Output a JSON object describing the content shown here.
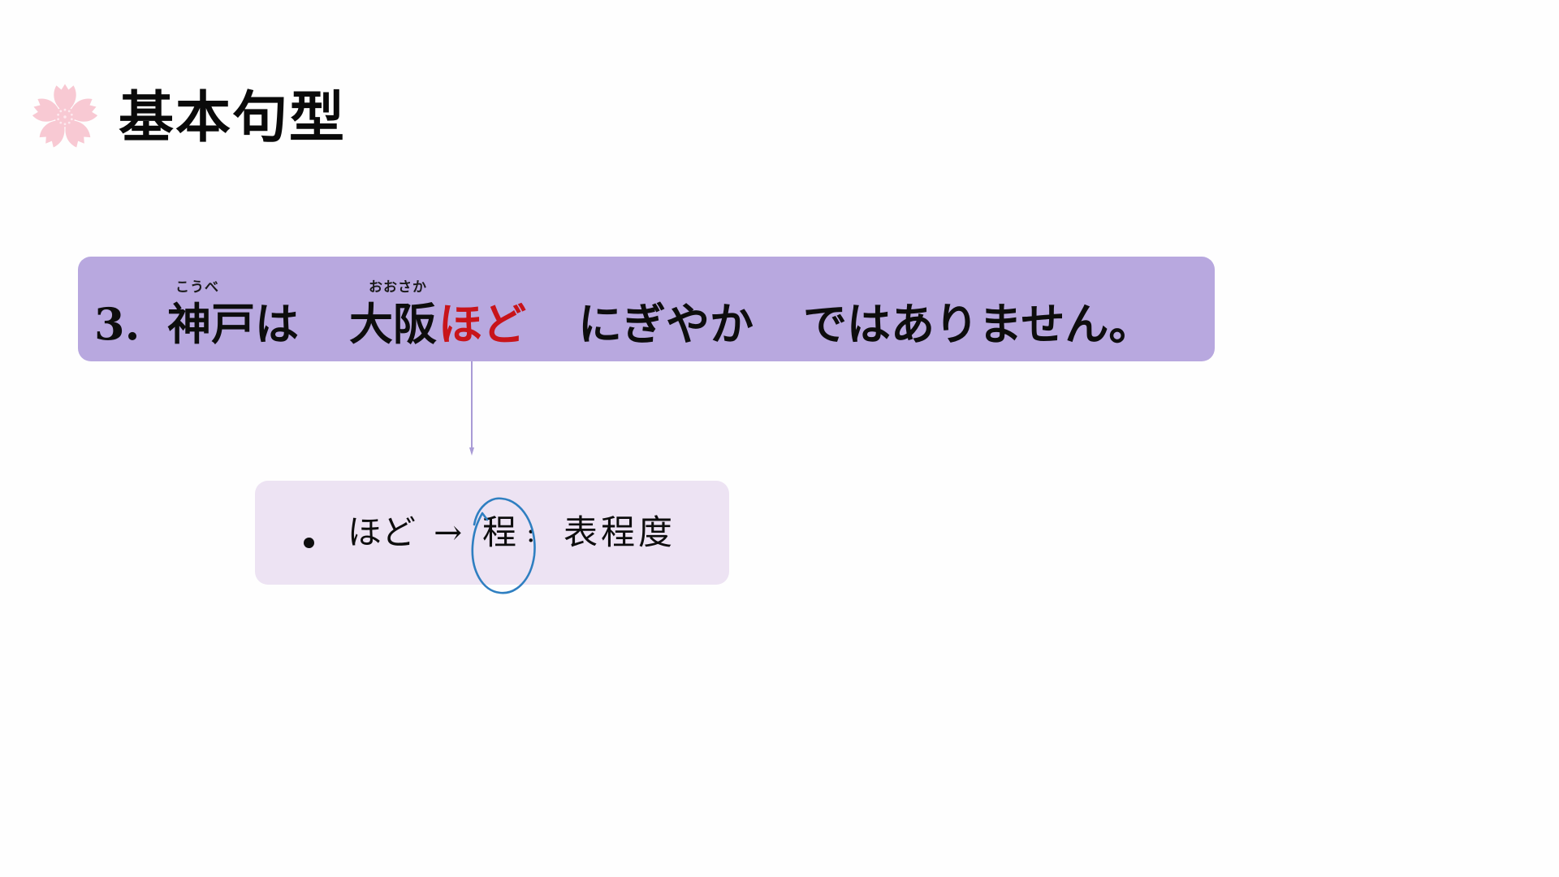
{
  "header": {
    "icon": "sakura-icon",
    "title": "基本句型"
  },
  "sentence": {
    "number": "3.",
    "segments": [
      {
        "base": "神戸",
        "ruby": "こうべ"
      },
      {
        "base": "は"
      },
      {
        "base": "大阪",
        "ruby": "おおさか"
      },
      {
        "base": "ほど",
        "highlight": true
      },
      {
        "base": "にぎやか"
      },
      {
        "base": "ではありません。"
      }
    ],
    "full_text": "3. 神戸は 大阪ほど にぎやか ではありません。"
  },
  "note": {
    "bullet": "•",
    "term": "ほど",
    "arrow": "→",
    "kanji": "程",
    "colon": ":",
    "meaning": "表程度",
    "annotation": "hand-drawn-circle-around-kanji"
  },
  "colors": {
    "sentence_box": "#b8a8df",
    "note_box": "#ede3f3",
    "highlight_red": "#c8141a",
    "annotation_blue": "#2f7fc1",
    "sakura_pink": "#f8c9d3",
    "connector": "#a99bd6"
  }
}
